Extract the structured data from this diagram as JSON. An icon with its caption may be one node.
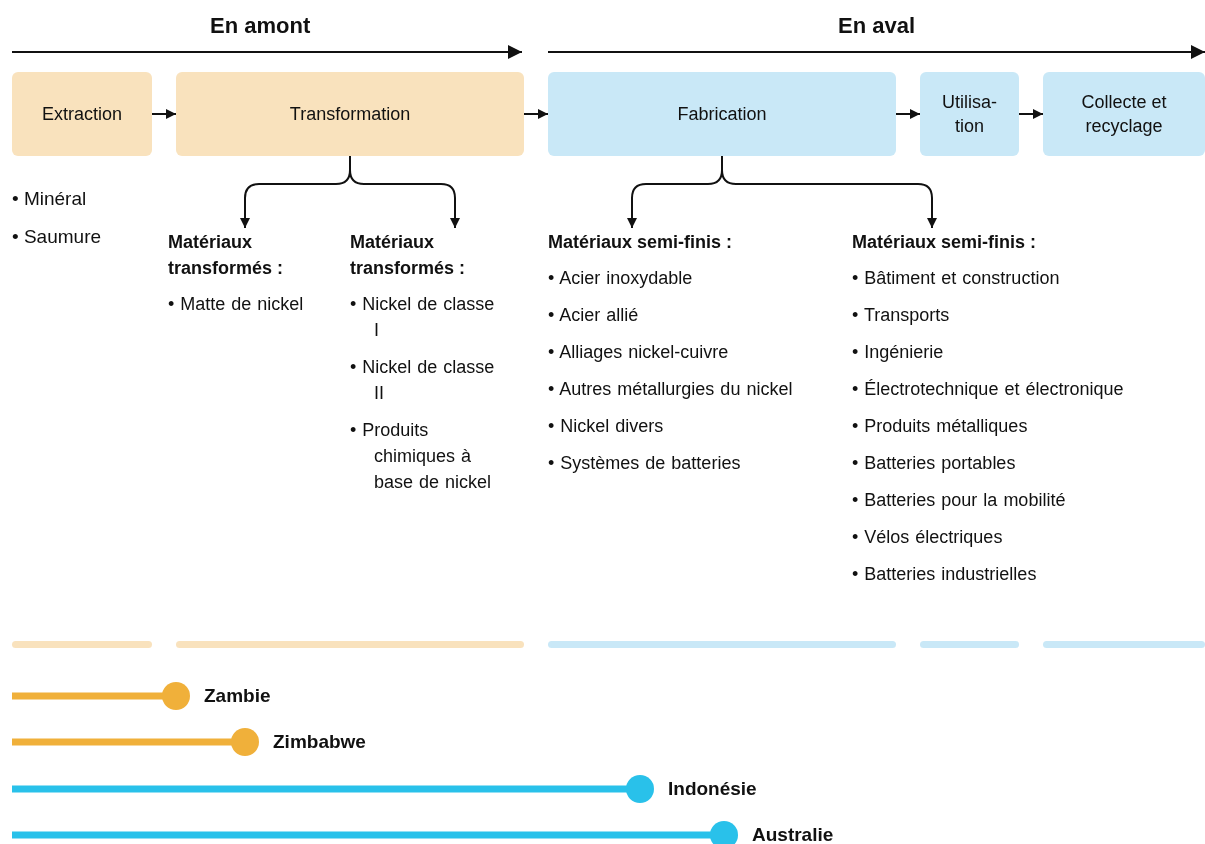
{
  "diagram": {
    "nodes": [
      {
        "text": [
          "Extraction"
        ]
      },
      {
        "text": [
          "Transformation"
        ]
      },
      {
        "text": [
          "Fabrication"
        ]
      },
      {
        "text": [
          "Utilisa- tion"
        ]
      },
      {
        "text": [
          "Collecte et recyclage"
        ]
      },
      {
        "text": [
          "Matériaux transformés :",
          "• Matte de nickel"
        ]
      },
      {
        "text": [
          "Matériaux transformés :",
          "• Nickel de classe I",
          "• Nickel de classe II",
          "• Produits chimiques à base de nickel"
        ]
      },
      {
        "text": [
          "Matériaux semi-finis :",
          "• Acier inoxydable",
          "• Acier allié",
          "• Alliages nickel-cuivre",
          "• Autres métallurgies du nickel",
          "• Nickel divers",
          "• Systèmes de batteries"
        ]
      },
      {
        "text": [
          "Matériaux semi-finis :",
          "• Bâtiment et construction",
          "• Transports",
          "• Ingénierie",
          "• Électrotechnique et électronique",
          "• Produits métalliques",
          "• Batteries portables",
          "• Batteries pour la mobilité",
          "• Vélos électriques",
          "• Batteries industrielles"
        ]
      }
    ],
    "edges": [
      {
        "from": 0,
        "to": 1,
        "arrow": "to"
      },
      {
        "from": 1,
        "to": 2,
        "arrow": "to"
      },
      {
        "from": 2,
        "to": 3,
        "arrow": "to"
      },
      {
        "from": 3,
        "to": 4,
        "arrow": "to"
      },
      {
        "from": 1,
        "to": 5,
        "arrow": "to"
      },
      {
        "from": 1,
        "to": 6,
        "arrow": "to"
      },
      {
        "from": 2,
        "to": 7,
        "arrow": "to"
      },
      {
        "from": 2,
        "to": 8,
        "arrow": "to"
      }
    ],
    "labels": [
      "En amont",
      "En aval",
      "• Minéral",
      "• Saumure",
      "Zambie",
      "Zimbabwe",
      "Indonésie",
      "Australie"
    ]
  }
}
